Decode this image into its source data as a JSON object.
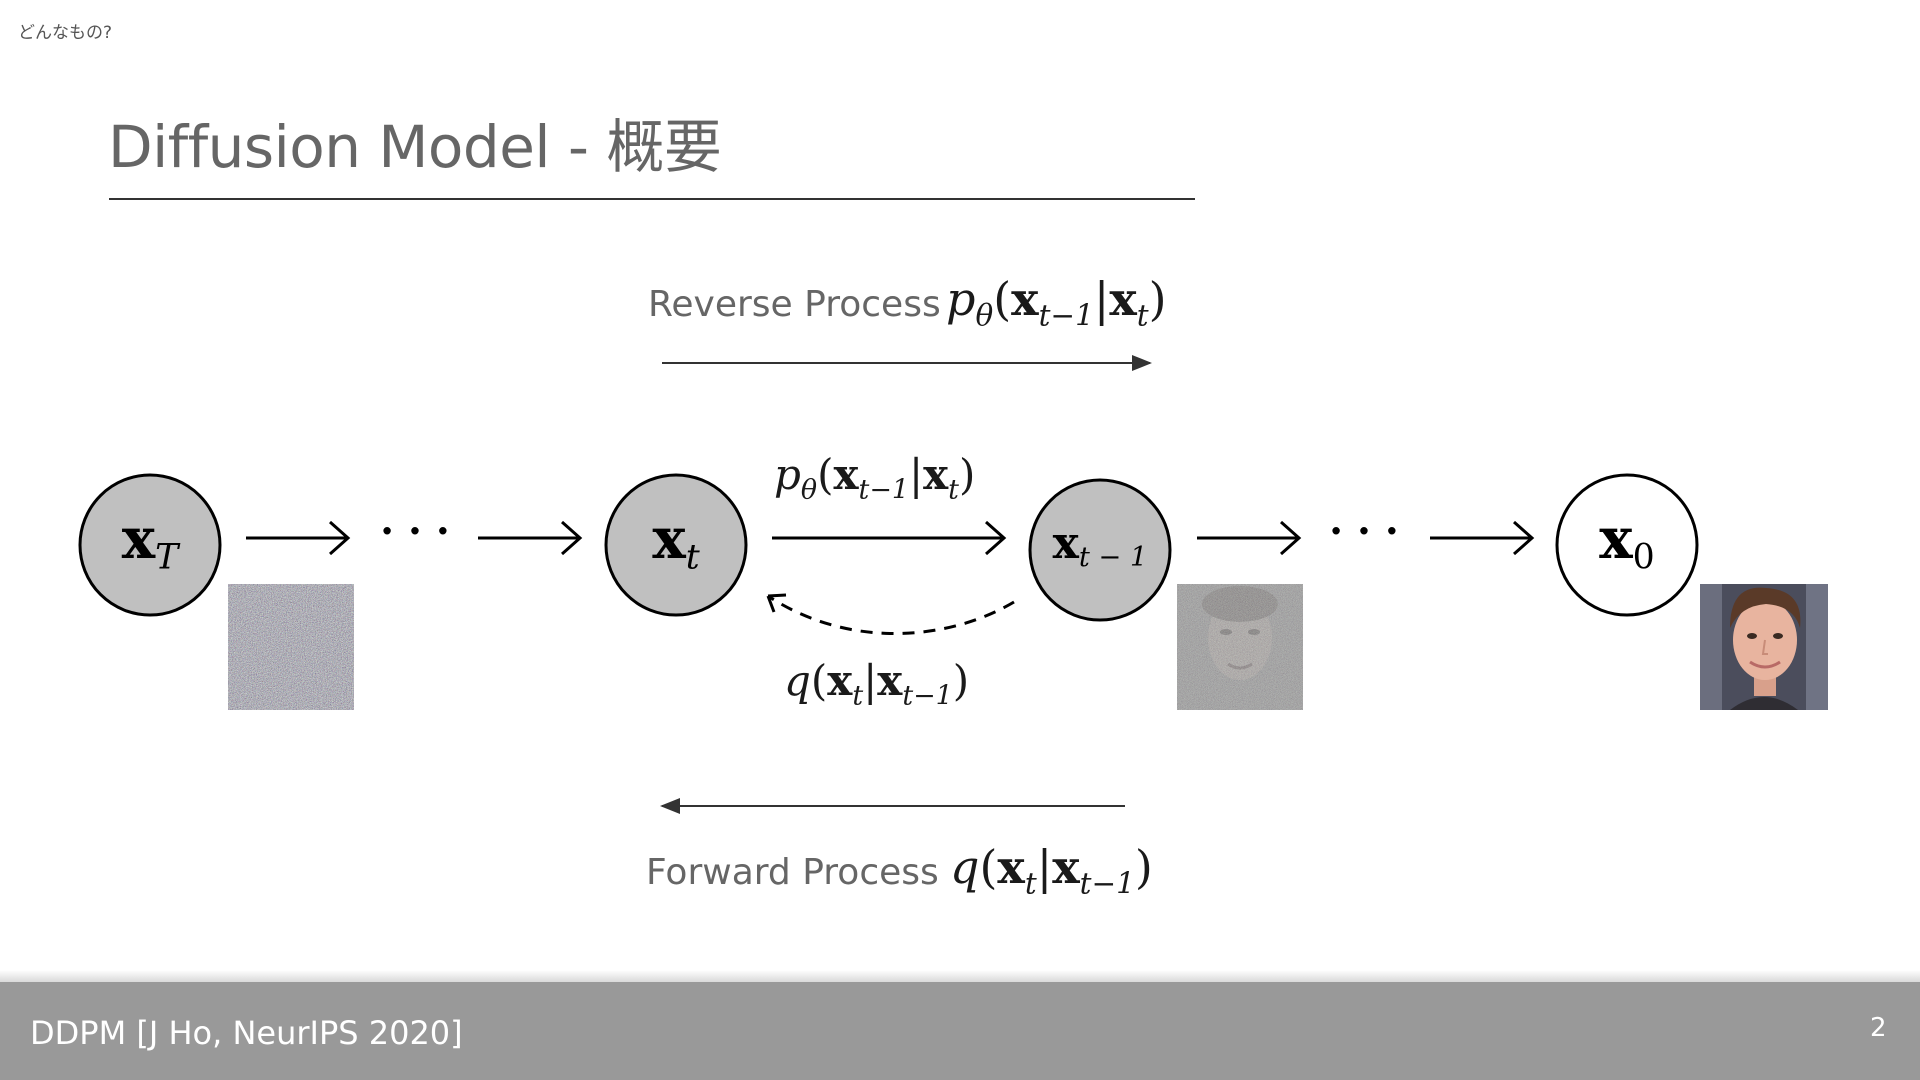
{
  "header": {
    "section_label": "どんなもの?",
    "title": "Diffusion Model - 概要"
  },
  "reverse_process": {
    "label": "Reverse Process",
    "formula": {
      "func": "p",
      "sub": "θ",
      "var1": "x",
      "sub1": "t−1",
      "var2": "x",
      "sub2": "t"
    }
  },
  "forward_process": {
    "label": "Forward Process",
    "formula": {
      "func": "q",
      "var1": "x",
      "sub1": "t",
      "var2": "x",
      "sub2": "t−1"
    }
  },
  "diagram": {
    "nodes": [
      {
        "id": "xT",
        "var": "x",
        "sub": "T",
        "filled": true
      },
      {
        "id": "xt",
        "var": "x",
        "sub": "t",
        "filled": true
      },
      {
        "id": "xt-1",
        "var": "x",
        "sub": "t − 1",
        "filled": true
      },
      {
        "id": "x0",
        "var": "x",
        "sub": "0",
        "filled": false
      }
    ],
    "ellipsis": "· · ·",
    "edge_top": {
      "func": "p",
      "sub": "θ",
      "var1": "x",
      "sub1": "t−1",
      "var2": "x",
      "sub2": "t"
    },
    "edge_bottom": {
      "func": "q",
      "var1": "x",
      "sub1": "t",
      "var2": "x",
      "sub2": "t−1"
    },
    "thumbnails": [
      "pure-noise-image",
      "noisy-face-image",
      "clean-face-image"
    ],
    "colors": {
      "filled_node": "#c0c0c0",
      "stroke": "#000000"
    }
  },
  "footer": {
    "citation": "DDPM [J Ho, NeurIPS 2020]",
    "page_number": "2"
  }
}
